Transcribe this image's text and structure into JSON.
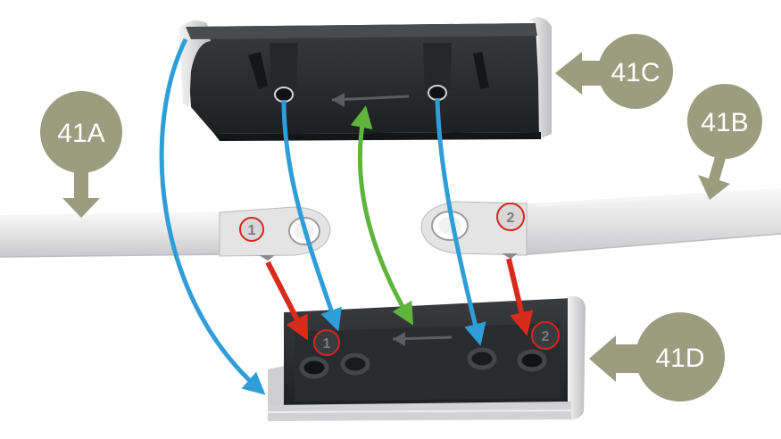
{
  "callouts": [
    {
      "id": "41A",
      "label": "41A"
    },
    {
      "id": "41B",
      "label": "41B"
    },
    {
      "id": "41C",
      "label": "41C"
    },
    {
      "id": "41D",
      "label": "41D"
    }
  ],
  "markers": {
    "rod_a_number": "1",
    "rod_b_number": "2",
    "base_left_number": "1",
    "base_right_number": "2"
  },
  "colors": {
    "callout_fill": "#9a9d7e",
    "blue_arrow": "#2f9ed8",
    "green_arrow": "#5db53c",
    "red_arrow": "#d92b1c",
    "red_circle": "#d7261e",
    "part_dark": "#2c2d30",
    "rod_light": "#e9e9ea"
  },
  "icons": {
    "arrows": [
      "blue-curved-arrow",
      "green-double-arrow",
      "red-down-arrow"
    ]
  }
}
